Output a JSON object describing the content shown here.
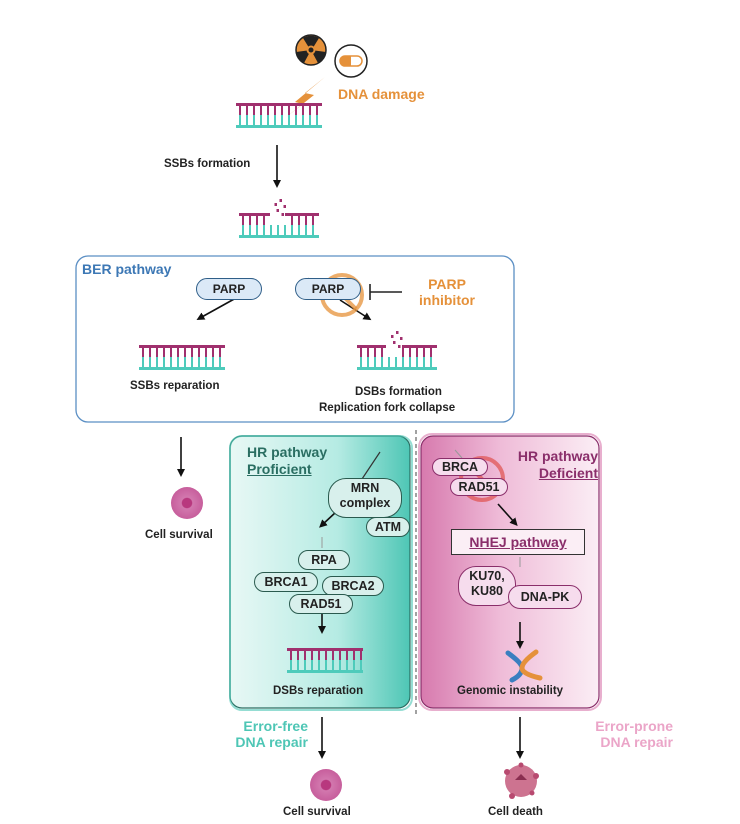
{
  "top": {
    "damage_label": "DNA damage",
    "ssbs_formation": "SSBs formation",
    "icons": [
      "radiation-icon",
      "pill-icon",
      "lightning-icon"
    ]
  },
  "ber": {
    "title": "BER pathway",
    "parp_left": "PARP",
    "parp_right": "PARP",
    "inhibitor_line1": "PARP",
    "inhibitor_line2": "inhibitor",
    "ssbs_reparation": "SSBs reparation",
    "dsbs_formation": "DSBs formation",
    "fork_collapse": "Replication fork collapse"
  },
  "left_outcome": {
    "label": "Cell survival"
  },
  "hr_proficient": {
    "title": "HR pathway",
    "subtitle": "Proficient",
    "mrn_line1": "MRN",
    "mrn_line2": "complex",
    "atm": "ATM",
    "rpa": "RPA",
    "brca1": "BRCA1",
    "brca2": "BRCA2",
    "rad51": "RAD51",
    "result": "DSBs reparation",
    "repair_line1": "Error-free",
    "repair_line2": "DNA repair",
    "outcome": "Cell survival"
  },
  "hr_deficient": {
    "title": "HR pathway",
    "subtitle": "Deficient",
    "brca": "BRCA",
    "rad51": "RAD51",
    "nhej": "NHEJ pathway",
    "ku_line1": "KU70,",
    "ku_line2": "KU80",
    "dnapk": "DNA-PK",
    "result": "Genomic instability",
    "repair_line1": "Error-prone",
    "repair_line2": "DNA repair",
    "outcome": "Cell death"
  },
  "colors": {
    "orange": "#e5913a",
    "ber_blue": "#3d78b5",
    "teal": "#4ec6b5",
    "teal_dark": "#2a6e62",
    "pink": "#d97aae",
    "pink_dark": "#8a2e6a",
    "dna_top": "#a0306e",
    "dna_bottom": "#4ecbbb"
  }
}
